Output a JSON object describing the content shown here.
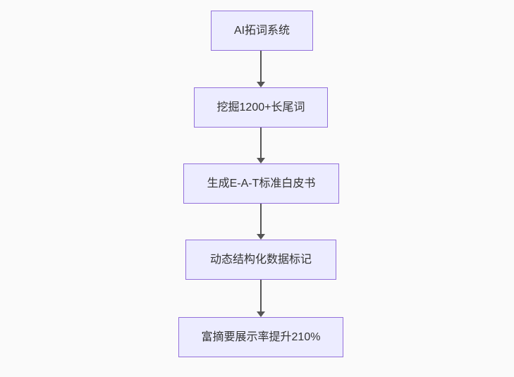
{
  "diagram": {
    "type": "flowchart",
    "direction": "top-down",
    "nodes": [
      {
        "id": "n1",
        "label": "AI拓词系统"
      },
      {
        "id": "n2",
        "label": "挖掘1200+长尾词"
      },
      {
        "id": "n3",
        "label": "生成E-A-T标准白皮书"
      },
      {
        "id": "n4",
        "label": "动态结构化数据标记"
      },
      {
        "id": "n5",
        "label": "富摘要展示率提升210%"
      }
    ],
    "edges": [
      {
        "from": "n1",
        "to": "n2",
        "arrow": "down"
      },
      {
        "from": "n2",
        "to": "n3",
        "arrow": "down"
      },
      {
        "from": "n3",
        "to": "n4",
        "arrow": "down"
      },
      {
        "from": "n4",
        "to": "n5",
        "arrow": "down"
      }
    ],
    "colors": {
      "background": "#fafafa",
      "node_fill": "#ececff",
      "node_border": "#9370db",
      "node_text": "#333333",
      "edge": "#555555"
    }
  }
}
